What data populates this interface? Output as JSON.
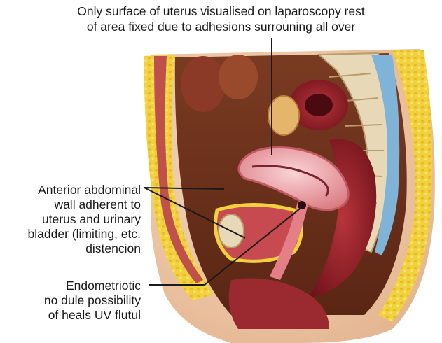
{
  "labels": {
    "top": {
      "line1": "Only surface of uterus visualised on laparoscopy rest",
      "line2": "of area fixed due to adhesions surrouning all over"
    },
    "anterior": {
      "line1": "Anterior abdominal",
      "line2": "wall adherent to",
      "line3": "uterus and urinary",
      "line4": "bladder (limiting, etc.",
      "line5": "distencion"
    },
    "endometriotic": {
      "line1": "Endometriotic",
      "line2": "no dule possibility",
      "line3": "of heals UV flutul"
    }
  },
  "colors": {
    "skin": "#efc9a8",
    "fat": "#f2d23c",
    "muscle": "#a8322c",
    "uterus": "#f1a7ad",
    "bowel": "#8e1e25",
    "bone": "#e7d9b8",
    "spine_blue": "#7fb4d8",
    "leader": "#1a1a1a"
  }
}
